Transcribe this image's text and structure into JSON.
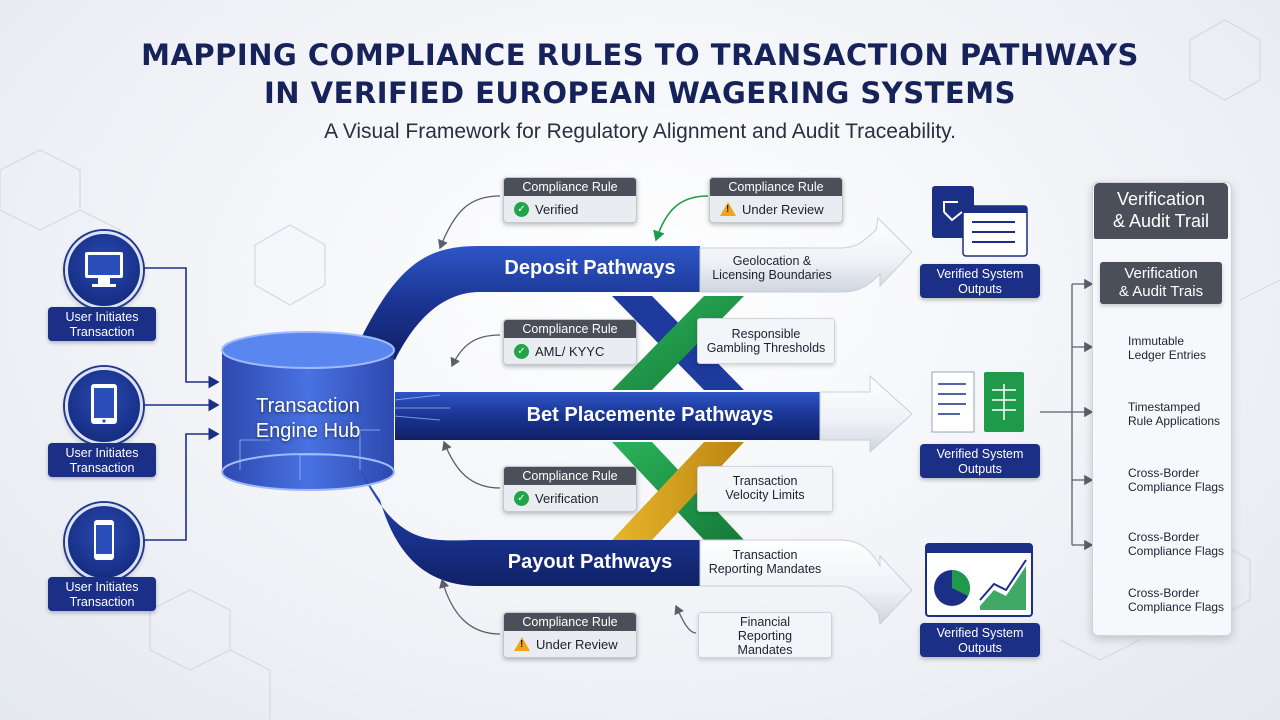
{
  "header": {
    "title_line1": "MAPPING COMPLIANCE RULES TO TRANSACTION PATHWAYS",
    "title_line2": "IN VERIFIED EUROPEAN WAGERING SYSTEMS",
    "subtitle": "A Visual Framework for Regulatory Alignment and Audit Traceability."
  },
  "users": [
    {
      "label": "User Initiates Transaction",
      "icon": "desktop-icon"
    },
    {
      "label": "User Initiates Transaction",
      "icon": "tablet-icon"
    },
    {
      "label": "User Initiates Transaction",
      "icon": "smartphone-icon"
    }
  ],
  "hub": {
    "label_line1": "Transaction",
    "label_line2": "Engine Hub"
  },
  "pathways": {
    "deposit": "Deposit Pathways",
    "bet": "Bet Placemente Pathways",
    "payout": "Payout Pathways"
  },
  "rules": [
    {
      "head": "Compliance Rule",
      "status": "Verified",
      "icon": "check-icon"
    },
    {
      "head": "Compliance Rule",
      "status": "Under Review",
      "icon": "warning-icon"
    },
    {
      "head": "Compliance Rule",
      "status": "AML/ KYYC",
      "icon": "check-icon"
    },
    {
      "head": "Compliance Rule",
      "status": "Verification",
      "icon": "check-icon"
    },
    {
      "head": "Compliance Rule",
      "status": "Under Review",
      "icon": "warning-icon"
    }
  ],
  "notes": {
    "geo_line1": "Geolocation &",
    "geo_line2": "Licensing Boundaries",
    "resp_line1": "Responsible",
    "resp_line2": "Gambling Thresholds",
    "velocity_line1": "Transaction",
    "velocity_line2": "Velocity Limits",
    "reporting_line1": "Transaction",
    "reporting_line2": "Reporting Mandates",
    "financial_line1": "Financial",
    "financial_line2": "Reporting",
    "financial_line3": "Mandates"
  },
  "outputs": [
    {
      "label_line1": "Verified System",
      "label_line2": "Outputs",
      "icon": "flowchart-document-icon"
    },
    {
      "label_line1": "Verified System",
      "label_line2": "Outputs",
      "icon": "spreadsheet-document-icon"
    },
    {
      "label_line1": "Verified System",
      "label_line2": "Outputs",
      "icon": "analytics-dashboard-icon"
    }
  ],
  "audit": {
    "title_line1": "Verification",
    "title_line2": "& Audit Trail",
    "sub_line1": "Verification",
    "sub_line2": "& Audit Trais",
    "items": [
      {
        "line1": "Immutable",
        "line2": "Ledger Entries",
        "icon": "chain-link-icon"
      },
      {
        "line1": "Timestamped",
        "line2": "Rule Applications",
        "icon": "timestamp-icon"
      },
      {
        "line1": "Cross-Border",
        "line2": "Compliance Flags",
        "icon": "chain-link-icon"
      },
      {
        "line1": "Cross-Border",
        "line2": "Compliance Flags",
        "icon": "badge-icon"
      },
      {
        "line1": "Cross-Border",
        "line2": "Compliance Flags",
        "icon": "badge-icon"
      }
    ]
  },
  "colors": {
    "navy": "#1b2f86",
    "pathway_blue": "#1d3a9c",
    "green": "#1e9a4a",
    "gold": "#d9a21a",
    "rule_header": "#4a4f59"
  }
}
